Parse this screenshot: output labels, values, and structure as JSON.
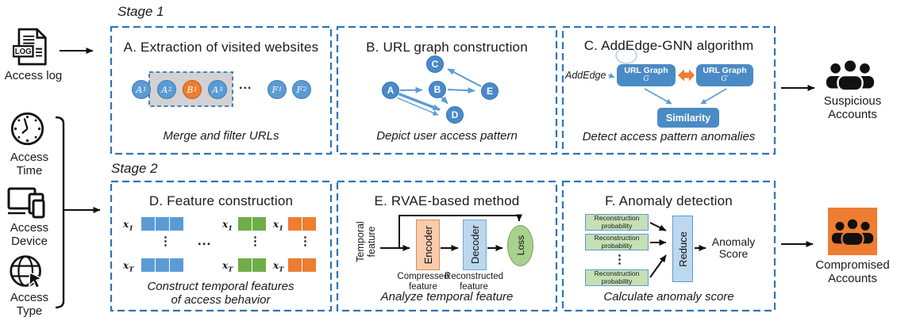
{
  "stage1_label": "Stage 1",
  "stage2_label": "Stage 2",
  "inputs": {
    "log_badge": "LOG",
    "access_log": "Access log",
    "access_time": [
      "Access",
      "Time"
    ],
    "access_device": [
      "Access",
      "Device"
    ],
    "access_type": [
      "Access",
      "Type"
    ]
  },
  "box_a": {
    "title": "A. Extraction of visited websites",
    "caption": "Merge and filter URLs",
    "nodes": [
      {
        "base": "A",
        "sub": "1",
        "color": "blue"
      },
      {
        "base": "A",
        "sub": "2",
        "color": "blue"
      },
      {
        "base": "B",
        "sub": "1",
        "color": "orange"
      },
      {
        "base": "A",
        "sub": "3",
        "color": "blue"
      },
      {
        "base": "F",
        "sub": "1",
        "color": "blue"
      },
      {
        "base": "F",
        "sub": "2",
        "color": "blue"
      }
    ],
    "ellipsis": "..."
  },
  "box_b": {
    "title": "B. URL graph construction",
    "caption": "Depict user access pattern",
    "nodes": [
      "A",
      "B",
      "C",
      "D",
      "E"
    ],
    "edges": [
      "A-B",
      "B-E",
      "E-C",
      "B-D",
      "A-D (double edge)"
    ]
  },
  "box_c": {
    "title": "C. AddEdge-GNN algorithm",
    "caption": "Detect access pattern anomalies",
    "addedge": "AddEdge",
    "graph_g": {
      "name": "URL Graph",
      "sub": "G"
    },
    "graph_g2": {
      "name": "URL Graph",
      "sub": "G′"
    },
    "similarity": "Similarity"
  },
  "box_d": {
    "title": "D. Feature construction",
    "caption": [
      "Construct temporal features",
      "of access behavior"
    ],
    "x_base": "x",
    "sub_first": "1",
    "sub_last": "T",
    "v_dots": "⋮",
    "h_ellipsis": "..."
  },
  "box_e": {
    "title": "E. RVAE-based method",
    "caption": "Analyze temporal feature",
    "input_label": [
      "Temporal",
      "feature"
    ],
    "encoder": "Encoder",
    "decoder": "Decoder",
    "loss": "Loss",
    "compressed": [
      "Compressed",
      "feature"
    ],
    "reconstructed": [
      "Reconstructed",
      "feature"
    ]
  },
  "box_f": {
    "title": "F. Anomaly detection",
    "caption": "Calculate anomaly score",
    "recon": [
      "Reconstruction",
      "probability"
    ],
    "reduce": "Reduce",
    "score": [
      "Anomaly",
      "Score"
    ]
  },
  "outputs": {
    "suspicious": [
      "Suspicious",
      "Accounts"
    ],
    "compromised": [
      "Compromised",
      "Accounts"
    ]
  },
  "colors": {
    "dashed_border": "#2E75B6",
    "node_blue": "#5B9BD5",
    "graph_node_blue": "#4A89C8",
    "accent_orange": "#ED7D31",
    "square_green": "#70AD47",
    "encoder_fill": "#F8CBAD",
    "decoder_fill": "#BDD7EE",
    "loss_fill": "#A9D18E",
    "recon_fill": "#C5E0B4",
    "gray_region": "#D2D2D4"
  }
}
